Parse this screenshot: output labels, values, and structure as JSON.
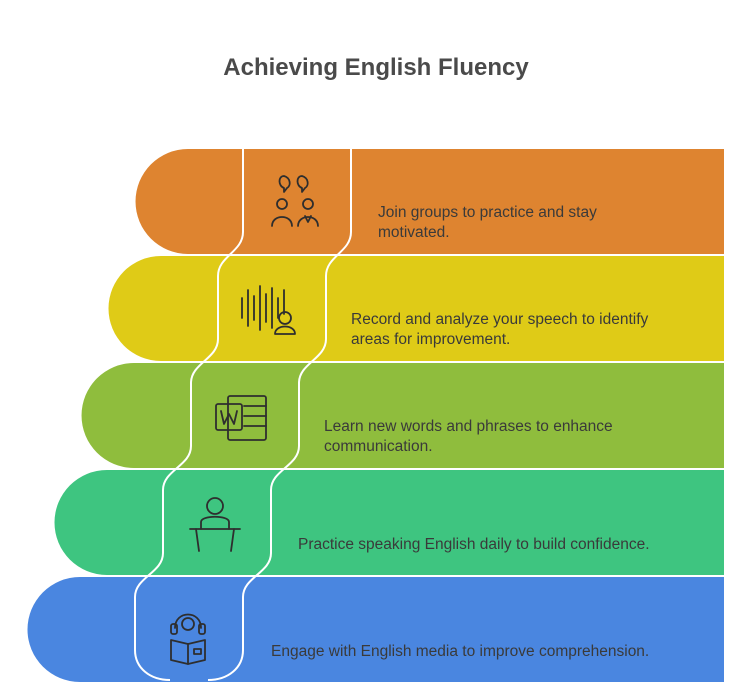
{
  "title": "Achieving English Fluency",
  "steps": [
    {
      "text_lines": [
        "Join groups to practice and stay",
        "motivated."
      ],
      "color": "#DE8430",
      "icon": "group-discussion-icon"
    },
    {
      "text_lines": [
        "Record and analyze your speech to identify",
        "areas for improvement."
      ],
      "color": "#DFCB17",
      "icon": "speech-waveform-icon"
    },
    {
      "text_lines": [
        "Learn new words and phrases to enhance",
        "communication."
      ],
      "color": "#8FBD3D",
      "icon": "word-document-icon"
    },
    {
      "text_lines": [
        "Practice speaking English daily to build confidence."
      ],
      "color": "#3EC580",
      "icon": "speaker-podium-icon"
    },
    {
      "text_lines": [
        "Engage with English media to improve comprehension."
      ],
      "color": "#4A86E0",
      "icon": "headphones-book-icon"
    }
  ]
}
